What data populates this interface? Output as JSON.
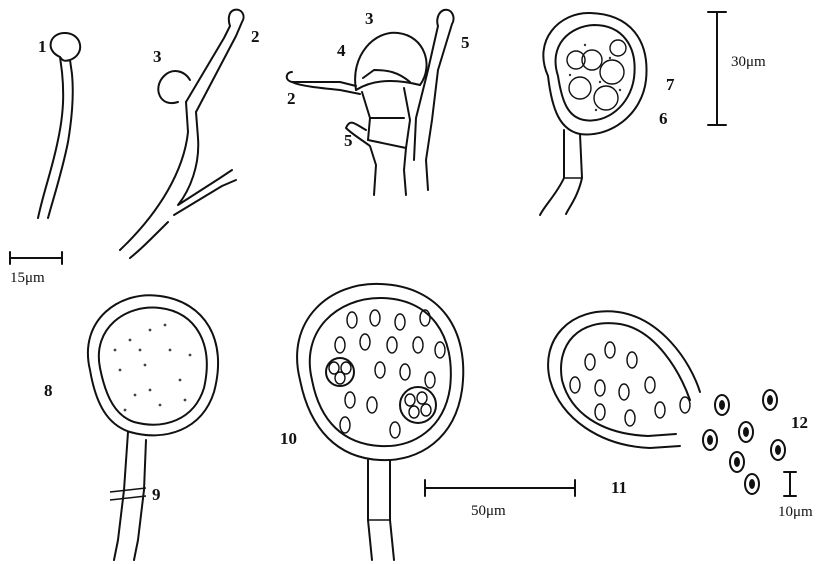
{
  "labels": {
    "l1": "1",
    "l2a": "2",
    "l3a": "3",
    "l3b": "3",
    "l4": "4",
    "l5a": "5",
    "l2b": "2",
    "l5b": "5",
    "l7": "7",
    "l6": "6",
    "l8": "8",
    "l9": "9",
    "l10": "10",
    "l11": "11",
    "l12": "12"
  },
  "scales": {
    "s15": "15μm",
    "s30": "30μm",
    "s50": "50μm",
    "s10": "10μm"
  }
}
